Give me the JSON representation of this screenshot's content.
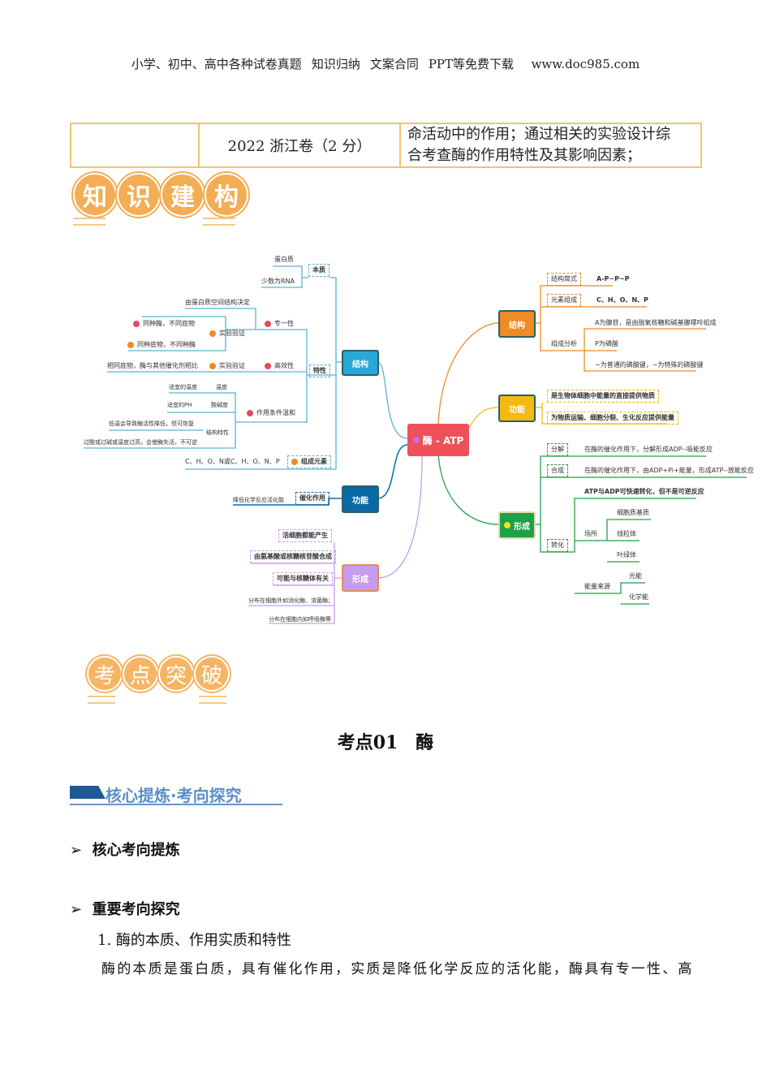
{
  "header": {
    "items": [
      "小学、初中、高中各种试卷真题",
      "知识归纳",
      "文案合同",
      "PPT等免费下载",
      "www.doc985.com"
    ]
  },
  "table": {
    "cell1": "",
    "cell2": "2022 浙江卷（2 分）",
    "cell3_line1": "命活动中的作用；通过相关的实验设计综",
    "cell3_line2": "合考查酶的作用特性及其影响因素；"
  },
  "banner1": [
    "知",
    "识",
    "建",
    "构"
  ],
  "banner2": [
    "考",
    "点",
    "突",
    "破"
  ],
  "mindmap": {
    "center": "酶 - ATP",
    "enzyme": {
      "structure": "结构",
      "nature_box": "本质",
      "nature": [
        "蛋白质",
        "少数为RNA"
      ],
      "traits_box": "特性",
      "specificity": "专一性",
      "spec_cause": "由蛋白质空间结构决定",
      "spec_exp": "实验验证",
      "spec_items": [
        "同种酶，不同底物",
        "同种底物，不同种酶"
      ],
      "efficiency": "高效性",
      "eff_exp": "实验验证",
      "eff_item": "相同底物，酶与其他催化剂相比",
      "mild": "作用条件温和",
      "temp_label": "温度",
      "temp": "适宜的温度",
      "ph_label": "酸碱度",
      "ph": "适宜的PH",
      "struct_label": "结构特性",
      "struct_items": [
        "低温会导致酶活性降低，但可恢复",
        "过酸或过碱或温度过高，会使酶失活，不可逆"
      ],
      "elements_box": "组成元素",
      "elements": "C、H、O、N或C、H、O、N、P",
      "function": "功能",
      "catalysis": "催化作用",
      "catalysis_desc": "降低化学反应活化能",
      "formation": "形成",
      "form_items": [
        "活细胞都能产生",
        "由氨基酸或核糖核苷酸合成",
        "可能与核糖体有关"
      ],
      "dist_items": [
        "分布在细胞外如消化酶、溶菌酶；",
        "分布在细胞内如呼吸酶等"
      ]
    },
    "atp": {
      "structure": "结构",
      "formula_box": "结构简式",
      "formula": "A-P~P~P",
      "elem_box": "元素组成",
      "elem": "C、H、O、N、P",
      "analysis": "组成分析",
      "analysis_items": [
        "A为腺苷，是由脱氧核糖和碱基腺嘌呤组成",
        "P为磷酸",
        "−为普通的磷酸键，~为特殊的磷酸键"
      ],
      "function": "功能",
      "func_items": [
        "是生物体细胞中能量的直接提供物质",
        "为物质运输、细胞分裂、生化反应提供能量"
      ],
      "formation": "形成",
      "decomp_box": "分解",
      "decomp": "在酶的催化作用下，分解形成ADP--吸能反应",
      "synth_box": "合成",
      "synth": "在酶的催化作用下，由ADP+Pi+能量，形成ATP--放能反应",
      "convert_box": "转化",
      "convert": "ATP与ADP可快速转化，但不是可逆反应",
      "site": "场所",
      "sites": [
        "细胞质基质",
        "线粒体",
        "叶绿体"
      ],
      "energy": "能量来源",
      "energies": [
        "光能",
        "化学能"
      ]
    },
    "colors": {
      "enzyme_line": "#5ab4d0",
      "atp_struct": "#f08a24",
      "atp_func": "#f5b90f",
      "atp_form": "#1fa04a",
      "center": "#f0505a",
      "enzyme_func": "#0a6aa6",
      "enzyme_form": "#c79cf0"
    }
  },
  "topic_title": "考点01　酶",
  "section_banner": "核心提炼·考向探究",
  "bullets": [
    "核心考向提炼",
    "重要考向探究"
  ],
  "subheading": "1. 酶的本质、作用实质和特性",
  "paragraph": "酶的本质是蛋白质，具有催化作用，实质是降低化学反应的活化能，酶具有专一性、高"
}
